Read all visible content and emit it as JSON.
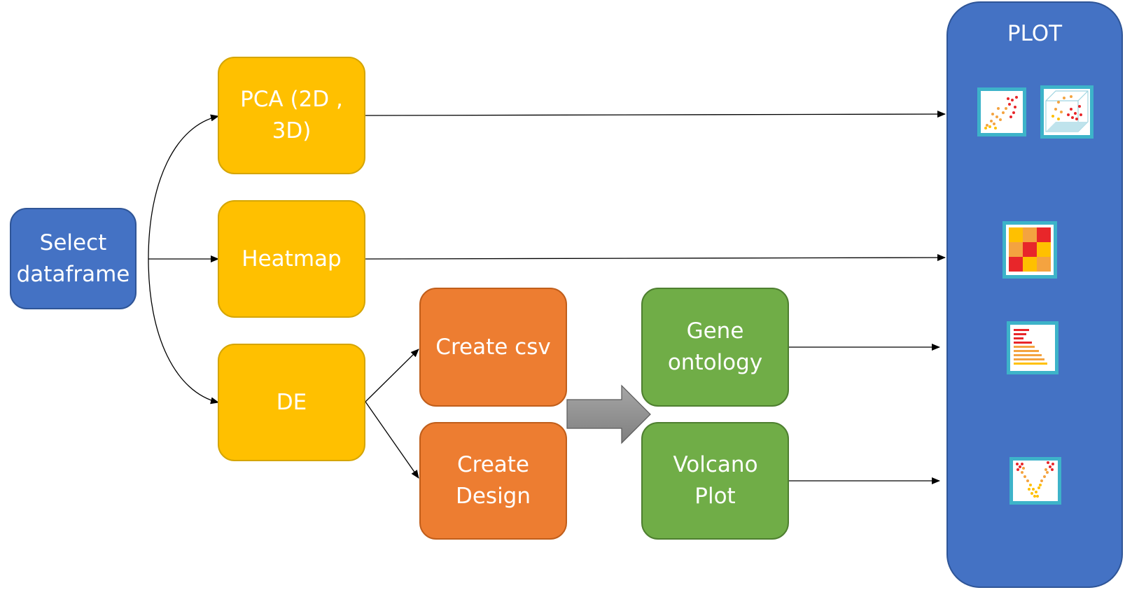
{
  "nodes": {
    "select_dataframe": "Select dataframe",
    "pca": "PCA (2D , 3D)",
    "heatmap": "Heatmap",
    "de": "DE",
    "create_csv": "Create csv",
    "create_design": "Create Design",
    "gene_ontology": "Gene ontology",
    "volcano_plot": "Volcano Plot"
  },
  "plot_panel": {
    "title": "PLOT"
  },
  "colors": {
    "blue": "#4472C4",
    "yellow": "#FFC000",
    "orange": "#ED7D31",
    "green": "#70AD47",
    "gray_arrow": "#8C8C8C",
    "icon_frame": "#3DB3C9"
  },
  "icons": [
    "scatter-2d-icon",
    "scatter-3d-icon",
    "heatmap-icon",
    "bar-chart-icon",
    "volcano-icon"
  ]
}
